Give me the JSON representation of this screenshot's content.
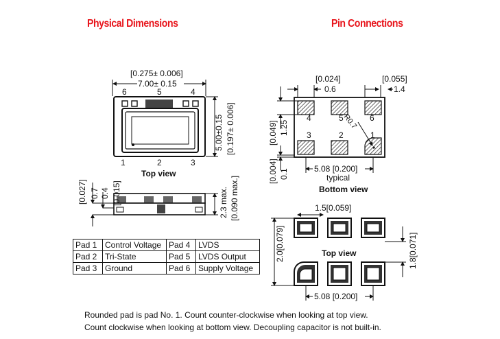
{
  "titles": {
    "physical": "Physical Dimensions",
    "pin": "Pin Connections"
  },
  "top_view": {
    "width_in": "[0.275± 0.006]",
    "width_mm": "7.00± 0.15",
    "height_mm": "5.00±0.15",
    "height_in": "[0.197± 0.006]",
    "top_pins": [
      "6",
      "5",
      "4"
    ],
    "bottom_pins": [
      "1",
      "2",
      "3"
    ],
    "label": "Top view"
  },
  "side_view": {
    "dim_027": "[0.027]",
    "dim_07": "0.7",
    "dim_04": "0.4",
    "dim_015": "[0.015]",
    "dim_23": "2.3 max.",
    "dim_090": "[0.090 max.]"
  },
  "bottom_view": {
    "pad_w_in": "[0.024]",
    "pad_w_mm": "0.6",
    "edge_in": "[0.055]",
    "edge_mm": "1.4",
    "pad_h_in": "[0.049]",
    "pad_h_mm": "1.25",
    "radius": "R0.7",
    "pitch": "5.08 [0.200]",
    "pitch_note": "typical",
    "gap_in": "[0.004]",
    "gap_mm": "0.1",
    "top_pins": [
      "4",
      "5",
      "6"
    ],
    "bottom_pins": [
      "3",
      "2",
      "1"
    ],
    "label": "Bottom view"
  },
  "land_pattern": {
    "pad_w": "1.5[0.059]",
    "height": "2.0[0.079]",
    "pad_h": "1.8[0.071]",
    "pitch": "5.08 [0.200]",
    "label": "Top view"
  },
  "pad_table": [
    [
      "Pad 1",
      "Control Voltage",
      "Pad 4",
      "LVDS"
    ],
    [
      "Pad 2",
      "Tri-State",
      "Pad 5",
      "LVDS Output"
    ],
    [
      "Pad 3",
      "Ground",
      "Pad 6",
      "Supply Voltage"
    ]
  ],
  "notes": [
    "Rounded pad is pad No. 1. Count counter-clockwise when looking at top view.",
    "Count clockwise when looking at bottom view. Decoupling capacitor is not built-in."
  ]
}
